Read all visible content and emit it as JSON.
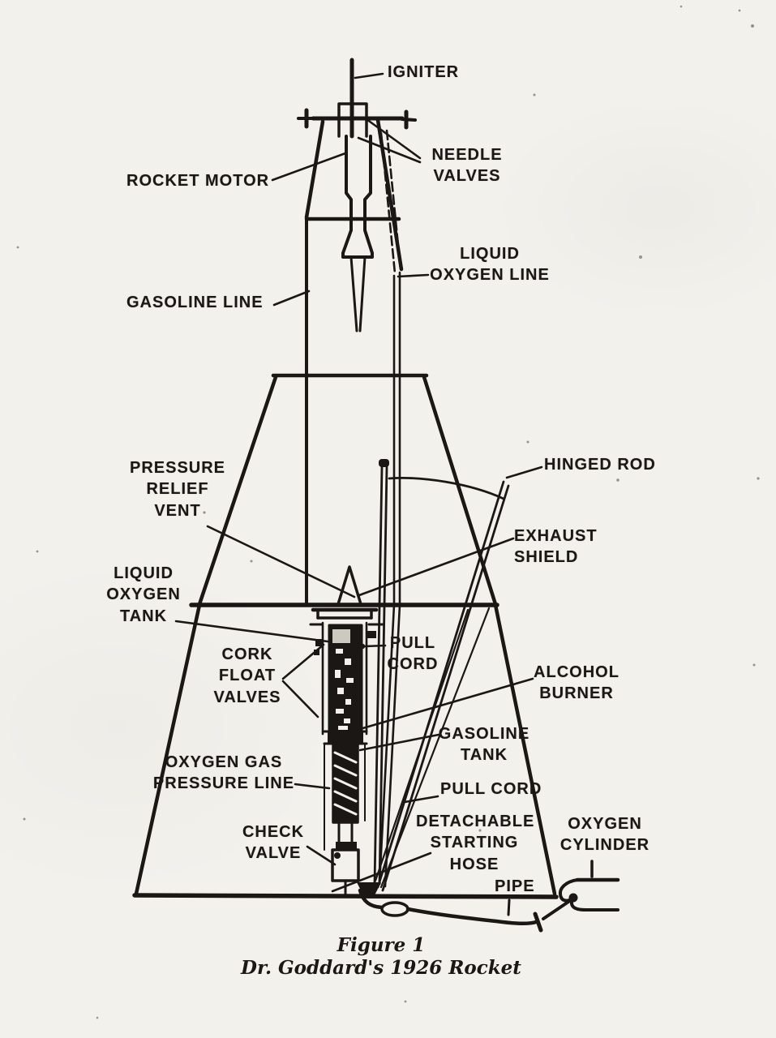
{
  "figure": {
    "caption_title": "Figure 1",
    "caption_subtitle": "Dr. Goddard's 1926 Rocket"
  },
  "colors": {
    "ink": "#1a1715",
    "paper": "#f3f1ec"
  },
  "labels": {
    "igniter": "IGNITER",
    "needle_valves": "NEEDLE\nVALVES",
    "rocket_motor": "ROCKET MOTOR",
    "liquid_oxygen_line": "LIQUID\nOXYGEN LINE",
    "gasoline_line": "GASOLINE LINE",
    "pressure_relief_vent": "PRESSURE\nRELIEF\nVENT",
    "hinged_rod": "HINGED ROD",
    "exhaust_shield": "EXHAUST SHIELD",
    "liquid_oxygen_tank": "LIQUID\nOXYGEN\nTANK",
    "pull_cord_upper": "PULL\nCORD",
    "cork_float_valves": "CORK\nFLOAT\nVALVES",
    "alcohol_burner": "ALCOHOL\nBURNER",
    "gasoline_tank": "GASOLINE\nTANK",
    "oxygen_gas_pressure_line": "OXYGEN GAS\nPRESSURE LINE",
    "pull_cord_lower": "PULL CORD",
    "detachable_starting_hose": "DETACHABLE\nSTARTING\nHOSE",
    "check_valve": "CHECK\nVALVE",
    "oxygen_cylinder": "OXYGEN\nCYLINDER",
    "pipe": "PIPE"
  }
}
